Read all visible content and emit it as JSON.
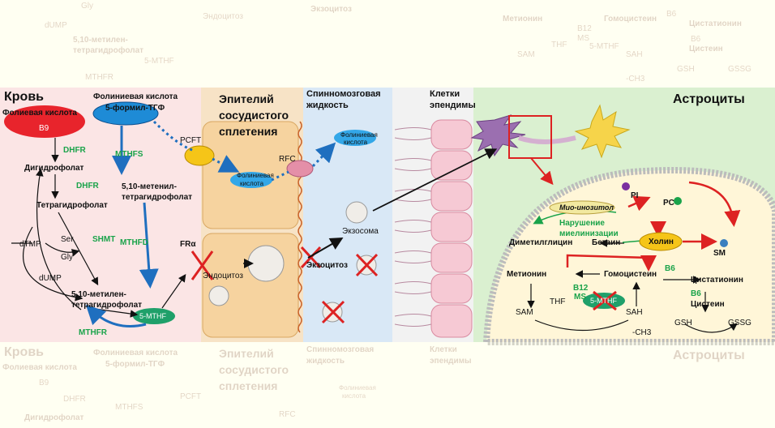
{
  "colors": {
    "blood_bg": "#fbe5e5",
    "epithelium_bg": "#f7d7b0",
    "csf_bg": "#d7e7f7",
    "ependyma_bg": "#f6cfd8",
    "astro_bg": "#d9f0cf",
    "cell_bg": "#fff6d8",
    "accent_green": "#1aa34a",
    "accent_red": "#d22",
    "accent_blue": "#1f6fbf"
  },
  "sections": {
    "blood": "Кровь",
    "epithelium": "Эпителий сосудистого сплетения",
    "epithelium_l1": "Эпителий",
    "epithelium_l2": "сосудистого",
    "epithelium_l3": "сплетения",
    "csf_l1": "Спинномозговая",
    "csf_l2": "жидкость",
    "ependyma_l1": "Клетки",
    "ependyma_l2": "эпендимы",
    "astrocytes": "Астроциты"
  },
  "blood": {
    "folic_acid": "Фолиевая кислота",
    "b9": "B9",
    "dhfr1": "DHFR",
    "dihydrofolate": "Дигидрофолат",
    "dhfr2": "DHFR",
    "tetrahydrofolate": "Тетрагидрофолат",
    "ser": "Ser",
    "gly": "Gly",
    "shmt": "SHMT",
    "dtmp": "dTMP",
    "dump": "dUMP",
    "methylene_l1": "5,10-метилен-",
    "methylene_l2": "тетрагидрофолат",
    "mthfr": "MTHFR",
    "mthf": "5-MTHF",
    "folinic_l1": "Фолиниевая кислота",
    "folinic_l2": "5-формил-ТГФ",
    "mthfs": "MTHFS",
    "methenyl_l1": "5,10-метенил-",
    "methenyl_l2": "тетрагидрофолат",
    "mthfd": "MTHFD"
  },
  "epithelium": {
    "pcft": "PCFT",
    "rfc": "RFC",
    "folinic_cell_l1": "Фолиниевая",
    "folinic_cell_l2": "кислота",
    "fra": "FRα",
    "endocytosis": "Эндоцитоз"
  },
  "csf": {
    "folinic_l1": "Фолиниевая",
    "folinic_l2": "кислота",
    "exosome": "Экзосома",
    "exocytosis": "Экзоцитоз"
  },
  "astro": {
    "myo_inositol": "Мио-инозитол",
    "myelin_l1": "Нарушение",
    "myelin_l2": "миелинизации",
    "pi": "PI",
    "pc": "PC",
    "sm": "SM",
    "choline": "Холин",
    "dimethylglycine": "Диметилглицин",
    "betaine": "Бетаин",
    "methionine": "Метионин",
    "homocysteine": "Гомоцистеин",
    "b6_1": "B6",
    "cystathionine": "Цистатионин",
    "b6_2": "B6",
    "cysteine": "Цистеин",
    "b12": "B12",
    "ms": "MS",
    "thf": "THF",
    "mthf": "5-MTHF",
    "sam": "SAM",
    "sah": "SAH",
    "ch3": "-CH3",
    "gsh": "GSH",
    "gssg": "GSSG"
  },
  "ghost_top": {
    "gly": "Gly",
    "dump": "dUMP",
    "methylene_l1": "5,10-метилен-",
    "methylene_l2": "тетрагидрофолат",
    "mthfr": "MTHFR",
    "mthf": "5-MTHF",
    "endocytosis": "Эндоцитоз",
    "exocytosis": "Экзоцитоз",
    "methionine": "Метионин",
    "homocysteine": "Гомоцистеин",
    "b6_1": "B6",
    "cystathionine": "Цистатионин",
    "b6_2": "B6",
    "cysteine": "Цистеин",
    "b12": "B12",
    "ms": "MS",
    "thf": "THF",
    "mthf2": "5-MTHF",
    "sam": "SAM",
    "sah": "SAH",
    "ch3": "-CH3",
    "gsh": "GSH",
    "gssg": "GSSG"
  },
  "ghost_bot": {
    "blood": "Кровь",
    "folic_acid": "Фолиевая кислота",
    "b9": "B9",
    "dhfr": "DHFR",
    "dihydrofolate": "Дигидрофолат",
    "folinic_l1": "Фолиниевая кислота",
    "folinic_l2": "5-формил-ТГФ",
    "mthfs": "MTHFS",
    "epi_l1": "Эпителий",
    "epi_l2": "сосудистого",
    "epi_l3": "сплетения",
    "pcft": "PCFT",
    "rfc": "RFC",
    "csf_l1": "Спинномозговая",
    "csf_l2": "жидкость",
    "folinic_cell_l1": "Фолиниевая",
    "folinic_cell_l2": "кислота",
    "ependyma_l1": "Клетки",
    "ependyma_l2": "эпендимы",
    "astrocytes": "Астроциты"
  }
}
